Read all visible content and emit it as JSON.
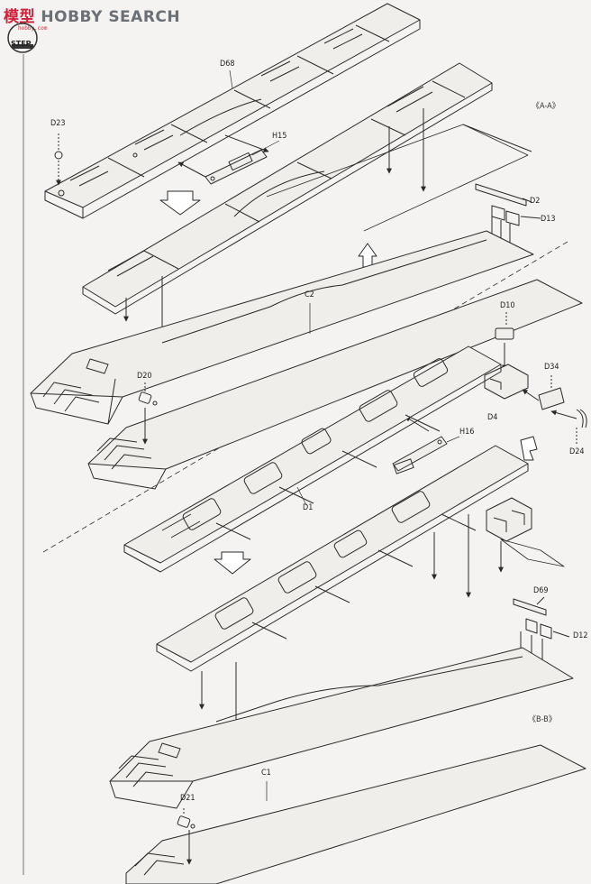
{
  "brand": {
    "cjk": "模型",
    "latin": "HOBBY SEARCH",
    "sub": "hobby.com",
    "step": "STEP"
  },
  "labels": {
    "d68": "D68",
    "d23": "D23",
    "h15": "H15",
    "aa": "《A-A》",
    "d2": "D2",
    "d13": "D13",
    "c2": "C2",
    "d10": "D10",
    "d20": "D20",
    "d34": "D34",
    "d4": "D4",
    "h16": "H16",
    "d24": "D24",
    "d1": "D1",
    "d69": "D69",
    "d12": "D12",
    "bb": "《B-B》",
    "c1": "C1",
    "d21": "D21"
  },
  "colors": {
    "line": "#2a2a2a",
    "paper": "#f4f3f1",
    "panel": "#ebeae7",
    "brand_red": "#d0203a",
    "brand_gray": "#6b6f76"
  }
}
